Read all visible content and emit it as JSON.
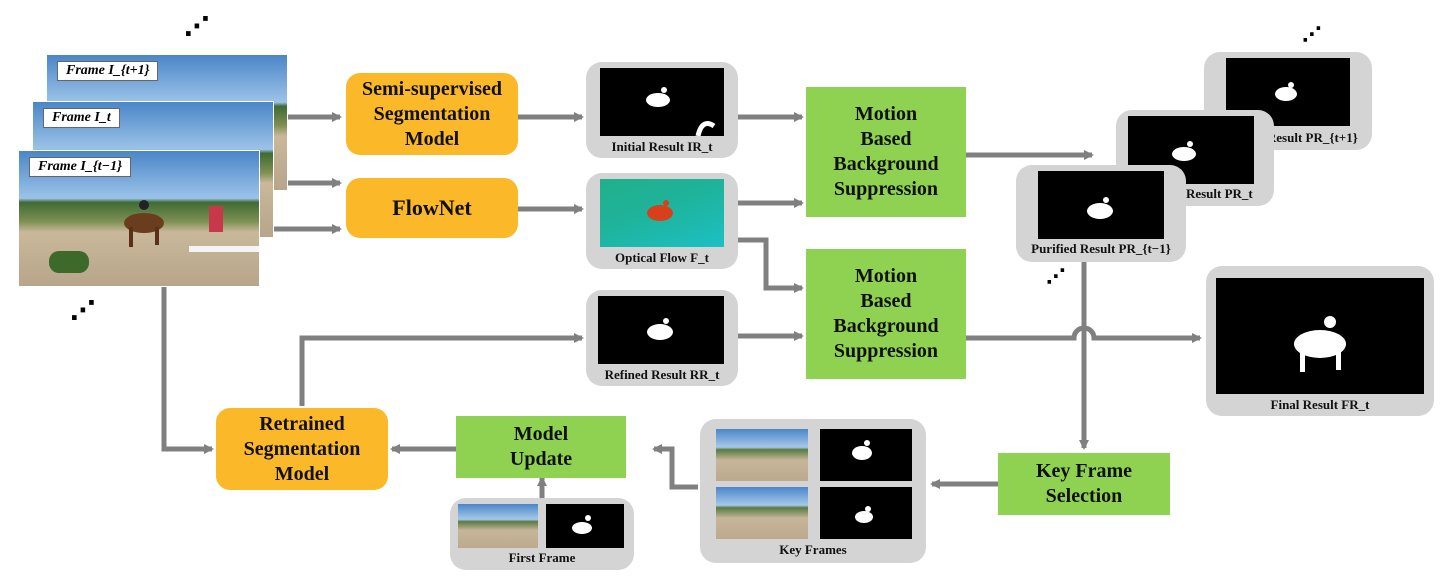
{
  "frames": {
    "next": "Frame I_{t+1}",
    "current": "Frame I_t",
    "previous": "Frame I_{t−1}"
  },
  "boxes": {
    "semi_supervised": "Semi-supervised\nSegmentation\nModel",
    "flownet": "FlowNet",
    "motion_bg_1": "Motion\nBased\nBackground\nSuppression",
    "motion_bg_2": "Motion\nBased\nBackground\nSuppression",
    "retrained": "Retrained\nSegmentation\nModel",
    "model_update": "Model\nUpdate",
    "key_frame_selection": "Key Frame\nSelection"
  },
  "captions": {
    "initial_result": "Initial Result IR_t",
    "optical_flow": "Optical Flow F_t",
    "refined_result": "Refined Result RR_t",
    "purified_next": "Purified Result PR_{t+1}",
    "purified_current": "Purified Result PR_t",
    "purified_previous": "Purified Result PR_{t−1}",
    "final_result": "Final Result FR_t",
    "key_frames": "Key Frames",
    "first_frame": "First Frame"
  },
  "colors": {
    "orange": "#fbb829",
    "green": "#8fd150",
    "arrow": "#808080",
    "panel": "#d4d4d4"
  }
}
